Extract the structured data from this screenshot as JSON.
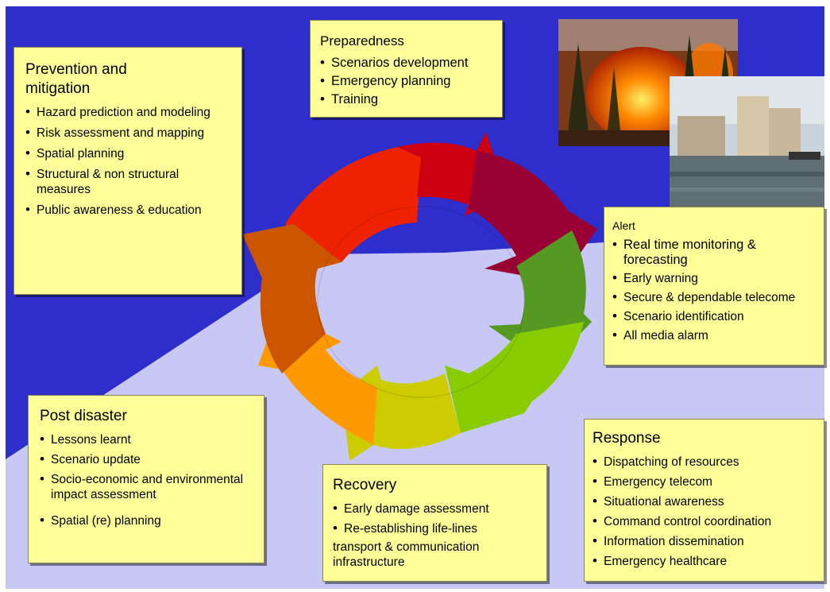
{
  "diagram": {
    "colors": {
      "background_dark": "#2e2ecc",
      "background_light": "#c8c8f5",
      "box_fill": "#ffff99",
      "ring_segments": [
        "#ee2200",
        "#cc0010",
        "#990033",
        "#559922",
        "#88cc00",
        "#cccc00",
        "#ff9900",
        "#cc5500"
      ]
    },
    "prevention": {
      "title": "Prevention and\nmitigation",
      "items": [
        "Hazard prediction and modeling",
        "Risk assessment and mapping",
        "Spatial planning",
        "Structural & non structural measures",
        "Public awareness & education"
      ]
    },
    "preparedness": {
      "title": "Preparedness",
      "items": [
        "Scenarios development",
        "Emergency planning",
        "Training"
      ]
    },
    "alert": {
      "title": "Alert",
      "items": [
        "Real time monitoring & forecasting",
        "Early warning",
        "Secure & dependable telecome",
        "Scenario identification",
        "All media alarm"
      ]
    },
    "response": {
      "title": "Response",
      "items": [
        "Dispatching of resources",
        "Emergency telecom",
        "Situational awareness",
        "Command control coordination",
        "Information dissemination",
        "Emergency healthcare"
      ]
    },
    "recovery": {
      "title": "Recovery",
      "items": [
        "Early damage assessment",
        "Re-establishing life-lines"
      ],
      "note": "transport & communication infrastructure"
    },
    "post_disaster": {
      "title": "Post disaster",
      "items": [
        "Lessons learnt",
        "Scenario update",
        "Socio-economic and environmental impact assessment",
        "Spatial (re) planning"
      ]
    }
  }
}
